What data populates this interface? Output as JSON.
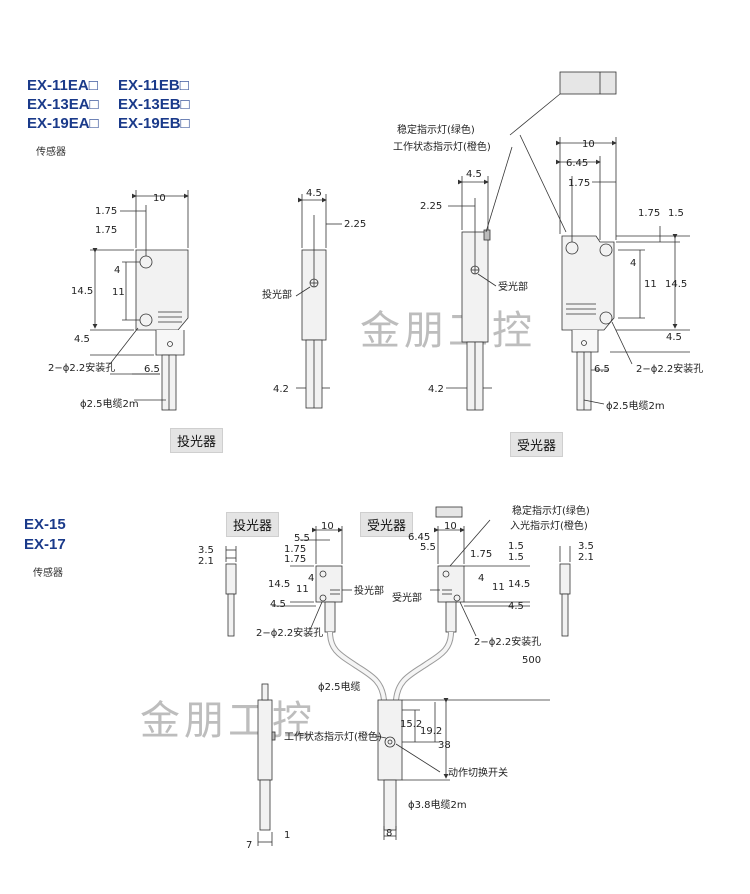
{
  "models_top": [
    "EX-11EA□",
    "EX-11EB□",
    "EX-13EA□",
    "EX-13EB□",
    "EX-19EA□",
    "EX-19EB□"
  ],
  "models_bottom": [
    "EX-15",
    "EX-17"
  ],
  "sensor_label": "传感器",
  "captions": {
    "emitter": "投光器",
    "receiver": "受光器"
  },
  "watermark": "金朋工控",
  "labels": {
    "stable_led": "稳定指示灯(绿色)",
    "operation_led": "工作状态指示灯(橙色)",
    "receive_led": "入光指示灯(橙色)",
    "emit_part": "投光部",
    "receive_part": "受光部",
    "mount_holes": "2−ϕ2.2安装孔",
    "cable_25": "ϕ2.5电缆2m",
    "cable_25_short": "ϕ2.5电缆",
    "cable_38": "ϕ3.8电缆2m",
    "mode_switch": "动作切换开关"
  },
  "dims": {
    "d10": "10",
    "d175": "1.75",
    "d145": "14.5",
    "d4": "4",
    "d11": "11",
    "d45": "4.5",
    "d65": "6.5",
    "d225": "2.25",
    "d42": "4.2",
    "d645": "6.45",
    "d15": "1.5",
    "d55": "5.5",
    "d35": "3.5",
    "d21": "2.1",
    "d500": "500",
    "d152": "15.2",
    "d192": "19.2",
    "d38": "38",
    "d7": "7",
    "d1": "1",
    "d8": "8"
  }
}
